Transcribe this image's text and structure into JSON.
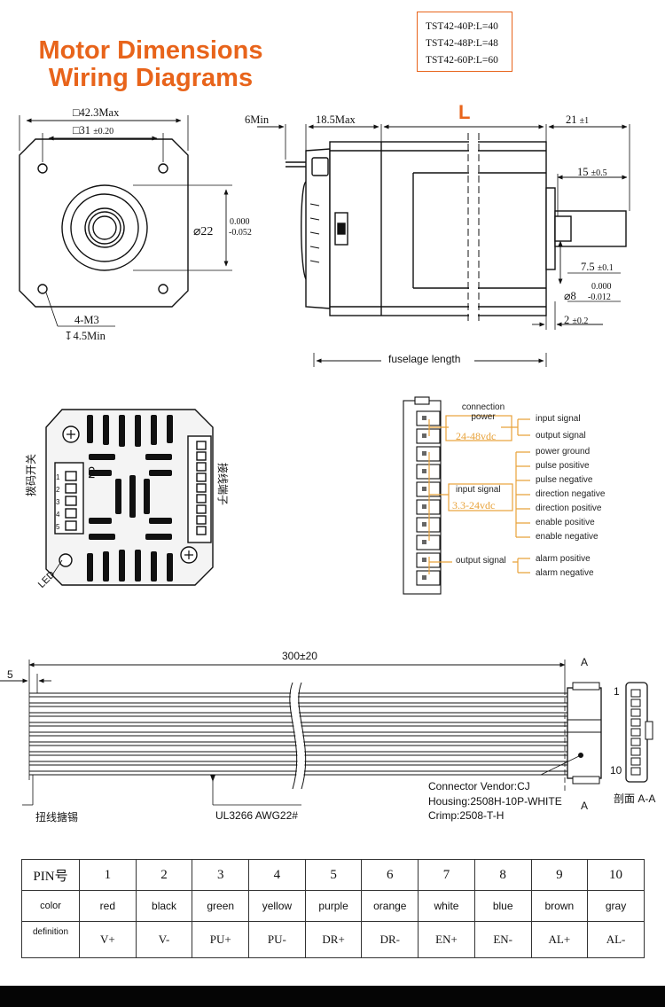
{
  "header": {
    "title_line1": "Motor Dimensions",
    "title_line2": "Wiring Diagrams",
    "accent_color": "#e8641b"
  },
  "models": [
    "TST42-40P:L=40",
    "TST42-48P:L=48",
    "TST42-60P:L=60"
  ],
  "front_view": {
    "dim_outer": "□42.3Max",
    "dim_hole_spacing": "□31",
    "dim_hole_spacing_tol": "±0.20",
    "dim_boss": "⌀22",
    "dim_boss_tol_upper": "0.000",
    "dim_boss_tol_lower": "-0.052",
    "hole_spec": "4-M3",
    "hole_depth": "↧4.5Min"
  },
  "side_view": {
    "dim_6min": "6Min",
    "dim_18_5": "18.5Max",
    "dim_L": "L",
    "dim_21": "21",
    "dim_21_tol": "±1",
    "dim_15": "15",
    "dim_15_tol": "±0.5",
    "dim_7_5": "7.5",
    "dim_7_5_tol": "±0.1",
    "dim_shaft": "⌀8",
    "dim_shaft_tol_upper": "0.000",
    "dim_shaft_tol_lower": "-0.012",
    "dim_2": "2",
    "dim_2_tol": "±0.2",
    "fuselage_label": "fuselage length"
  },
  "driver_view": {
    "dip_label": "拨码开关",
    "terminal_label": "接线端子",
    "led_label": "LED",
    "dip_on": "ON",
    "dip_numbers": [
      "1",
      "2",
      "3",
      "4",
      "5"
    ]
  },
  "connector": {
    "group1_title": "connection power",
    "group1_voltage": "24-48vdc",
    "group2_title": "input signal",
    "group2_voltage": "3.3-24vdc",
    "group3_title": "output signal",
    "pins": [
      "input signal",
      "output signal",
      "power ground",
      "pulse positive",
      "pulse negative",
      "direction negative",
      "direction positive",
      "enable positive",
      "enable negative",
      "alarm positive",
      "alarm negative"
    ]
  },
  "cable": {
    "length": "300±20",
    "strip": "5",
    "section_mark": "A",
    "wire_spec": "UL3266 AWG22#",
    "tin_note": "扭线搪锡",
    "vendor": "Connector Vendor:CJ",
    "housing": "Housing:2508H-10P-WHITE",
    "crimp": "Crimp:2508-T-H",
    "section_label": "剖面 A-A",
    "pin_first": "1",
    "pin_last": "10"
  },
  "pin_table": {
    "row_labels": [
      "PIN号",
      "color",
      "definition"
    ],
    "pins": [
      "1",
      "2",
      "3",
      "4",
      "5",
      "6",
      "7",
      "8",
      "9",
      "10"
    ],
    "colors": [
      "red",
      "black",
      "green",
      "yellow",
      "purple",
      "orange",
      "white",
      "blue",
      "brown",
      "gray"
    ],
    "definitions": [
      "V+",
      "V-",
      "PU+",
      "PU-",
      "DR+",
      "DR-",
      "EN+",
      "EN-",
      "AL+",
      "AL-"
    ]
  }
}
